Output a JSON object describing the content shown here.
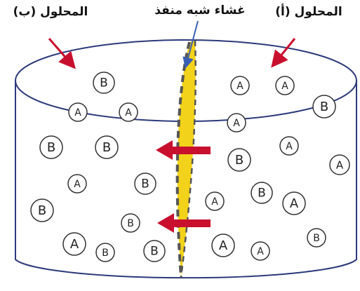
{
  "labels": {
    "solution_b": "المحلول (ب)",
    "membrane": "غشاء شبه منفذ",
    "solution_a": "المحلول (أ)"
  },
  "particles": {
    "left": [
      "B",
      "A",
      "A",
      "B",
      "B",
      "B",
      "A",
      "B",
      "B",
      "A",
      "B",
      "B"
    ],
    "right": [
      "A",
      "A",
      "B",
      "A",
      "A",
      "B",
      "A",
      "B",
      "A",
      "A",
      "B",
      "A",
      "A"
    ]
  },
  "colors": {
    "cylinder_stroke": "#2b3a7a",
    "membrane_fill": "#f2d21a",
    "membrane_dash": "#555555",
    "flow_arrow": "#c8102e",
    "pointer_arrow": "#c8102e",
    "membrane_pointer": "#3a5fb5",
    "particle_text": "#222222"
  }
}
